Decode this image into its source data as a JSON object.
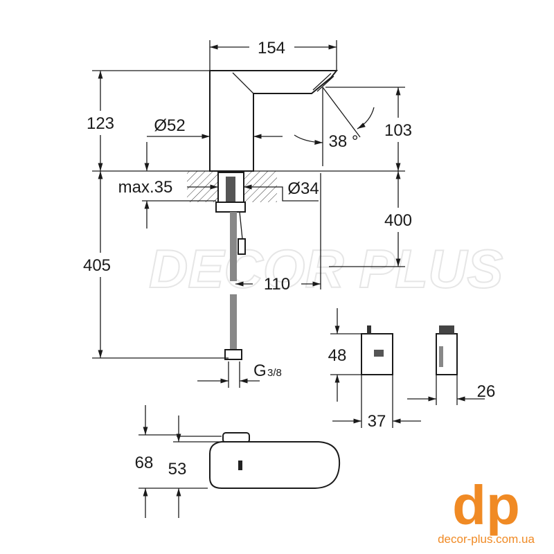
{
  "dimensions": {
    "width_total": "154",
    "height_total": "123",
    "body_diameter": "Ø52",
    "spray_angle": "38 °",
    "spout_height": "103",
    "deck_thickness": "max.35",
    "hole_diameter": "Ø34",
    "hose_length_right": "400",
    "hose_length_left": "405",
    "spout_offset": "110",
    "thread_label": "G",
    "thread_fraction": "3/8",
    "sensor_box_height": "48",
    "sensor_box_width": "37",
    "sensor_box_depth": "26",
    "top_view_outer": "68",
    "top_view_inner": "53"
  },
  "watermark": "DECOR PLUS",
  "logo": {
    "letters": "dp",
    "url": "decor-plus.com.ua",
    "color": "#f08a24"
  }
}
